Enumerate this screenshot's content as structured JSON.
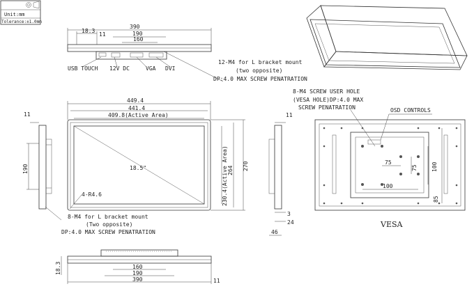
{
  "titleblock": {
    "unit": "Unit:mm",
    "tolerance": "Tolerance:±1.0mm"
  },
  "top_view": {
    "dims": [
      "18.3",
      "11",
      "390",
      "190",
      "160"
    ],
    "ports": [
      "USB TOUCH",
      "12V DC",
      "VGA",
      "DVI"
    ]
  },
  "notes": {
    "l_bracket_top_1": "12-M4 for L bracket mount",
    "l_bracket_top_2": "(two opposite)",
    "l_bracket_top_3": "DP:4.0 MAX SCREW PENATRATION",
    "vesa_note_1": "8-M4 SCREW USER HOLE",
    "vesa_note_2": "(VESA HOLE)DP:4.0 MAX",
    "vesa_note_3": "SCREW PENATRATION",
    "l_bracket_bottom_1": "8-M4 for L bracket mount",
    "l_bracket_bottom_2": "(Two opposite)",
    "l_bracket_bottom_3": "DP:4.0 MAX SCREW PENATRATION"
  },
  "front_view": {
    "width_outer": "449.4",
    "width_inner": "441.4",
    "active_width": "409.8(Active Area)",
    "diagonal": "18.5\"",
    "radius": "4-R4.6",
    "active_height": "230.4(Active Area)",
    "height_inner": "264",
    "height_outer": "270"
  },
  "left_side": {
    "dim_top": "11",
    "dim_190": "190"
  },
  "right_side": {
    "dim_top": "11",
    "dim_3": "3",
    "dim_24": "24",
    "dim_46": "46"
  },
  "rear_view": {
    "osd": "OSD CONTROLS",
    "d75a": "75",
    "d75b": "75",
    "d100a": "100",
    "d100b": "100",
    "d85": "85",
    "label": "VESA"
  },
  "bottom_view": {
    "dim_18_3": "18.3",
    "dim_160": "160",
    "dim_190": "190",
    "dim_390": "390",
    "dim_11": "11"
  }
}
